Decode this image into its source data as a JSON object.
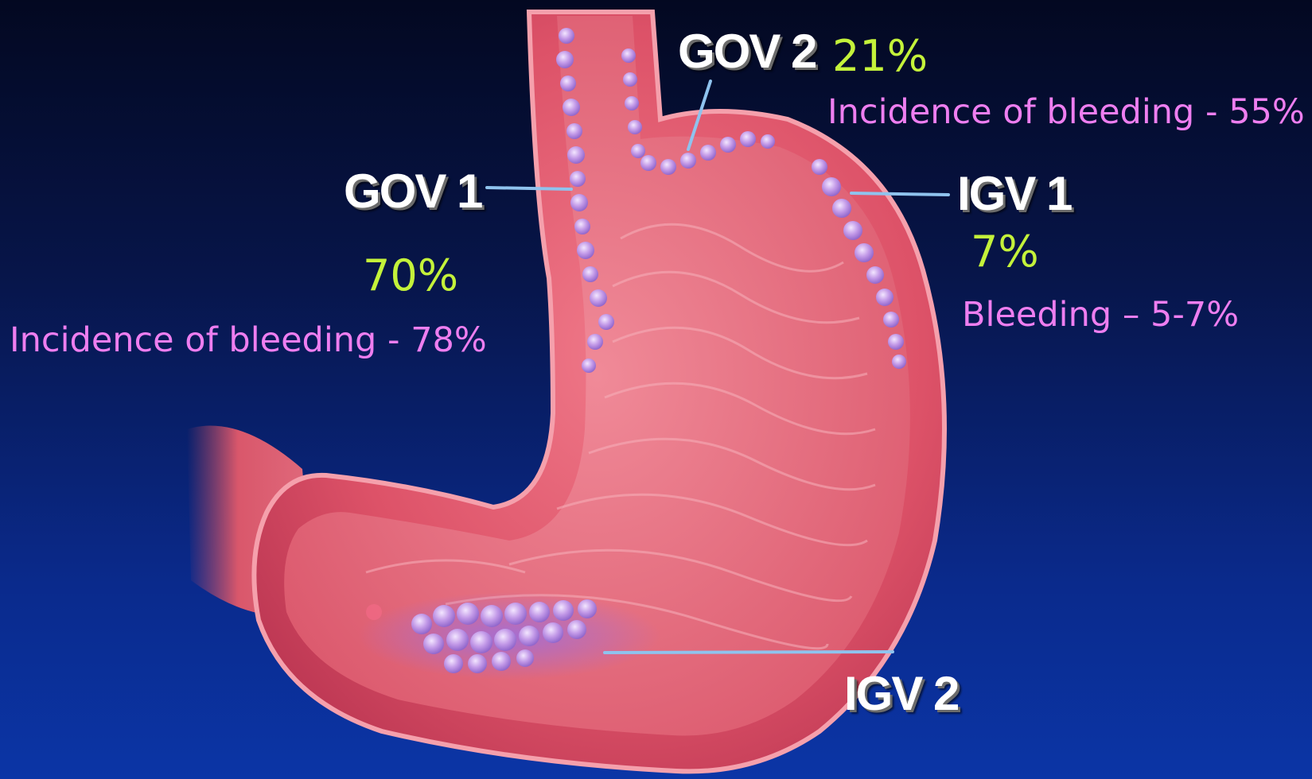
{
  "labels": {
    "gov1": {
      "name": "GOV 1",
      "percent": "70%",
      "bleeding": "Incidence of bleeding - 78%"
    },
    "gov2": {
      "name": "GOV 2",
      "percent": "21%",
      "bleeding": "Incidence of bleeding - 55%"
    },
    "igv1": {
      "name": "IGV 1",
      "percent": "7%",
      "bleeding": "Bleeding – 5-7%"
    },
    "igv2": {
      "name": "IGV 2"
    }
  },
  "colors": {
    "background_top": "#030821",
    "background_bottom": "#0b35a6",
    "stomach": "#d94b62",
    "stomach_inner": "#e56476",
    "varices": "#c39ae8",
    "leader_line": "#8fc3ee",
    "label_white": "#ffffff",
    "percent_green": "#c4f23a",
    "bleeding_pink": "#ee7ef0"
  }
}
